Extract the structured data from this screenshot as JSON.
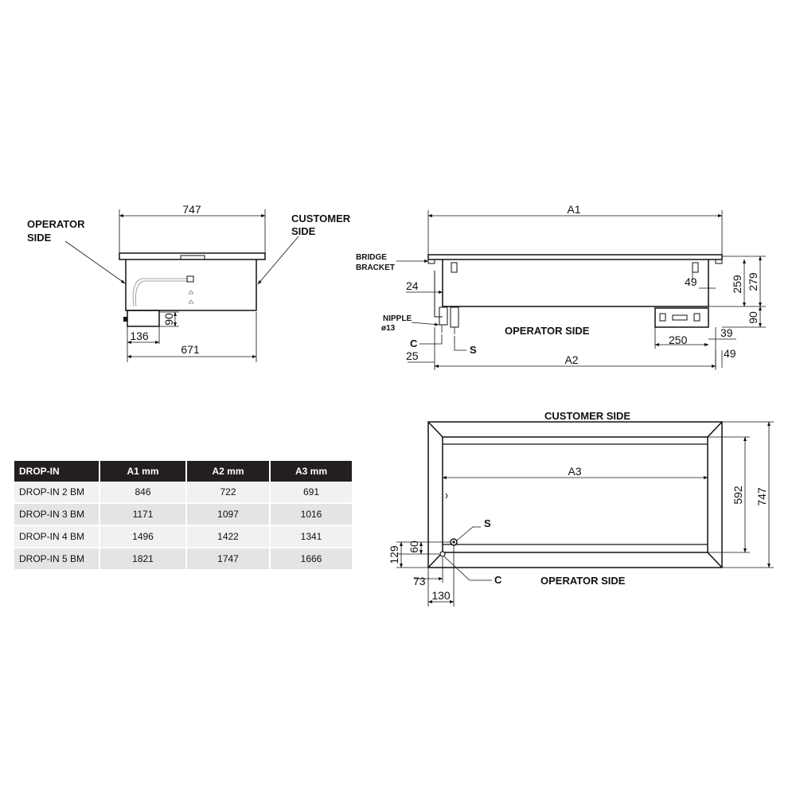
{
  "side_view": {
    "dim_top": "747",
    "dim_bottom": "671",
    "dim_box_w": "136",
    "dim_box_h": "90",
    "label_operator": [
      "OPERATOR",
      "SIDE"
    ],
    "label_customer": [
      "CUSTOMER",
      "SIDE"
    ]
  },
  "front_view": {
    "dim_a1": "A1",
    "dim_a2": "A2",
    "dim_24": "24",
    "dim_49_top": "49",
    "dim_259": "259",
    "dim_279": "279",
    "dim_90": "90",
    "dim_39": "39",
    "dim_250": "250",
    "dim_49_bottom": "49",
    "dim_25": "25",
    "label_bridge": [
      "BRIDGE",
      "BRACKET"
    ],
    "label_nipple": [
      "NIPPLE",
      "ø13"
    ],
    "label_c": "C",
    "label_s": "S",
    "label_operator": "OPERATOR SIDE"
  },
  "top_view": {
    "label_customer": "CUSTOMER SIDE",
    "label_operator": "OPERATOR SIDE",
    "dim_a3": "A3",
    "dim_592": "592",
    "dim_747": "747",
    "dim_129": "129",
    "dim_60": "60",
    "dim_73": "73",
    "dim_130": "130",
    "label_s": "S",
    "label_c": "C"
  },
  "table": {
    "headers": [
      "DROP-IN",
      "A1 mm",
      "A2 mm",
      "A3 mm"
    ],
    "rows": [
      [
        "DROP-IN 2 BM",
        "846",
        "722",
        "691"
      ],
      [
        "DROP-IN 3 BM",
        "1171",
        "1097",
        "1016"
      ],
      [
        "DROP-IN 4 BM",
        "1496",
        "1422",
        "1341"
      ],
      [
        "DROP-IN 5 BM",
        "1821",
        "1747",
        "1666"
      ]
    ]
  }
}
